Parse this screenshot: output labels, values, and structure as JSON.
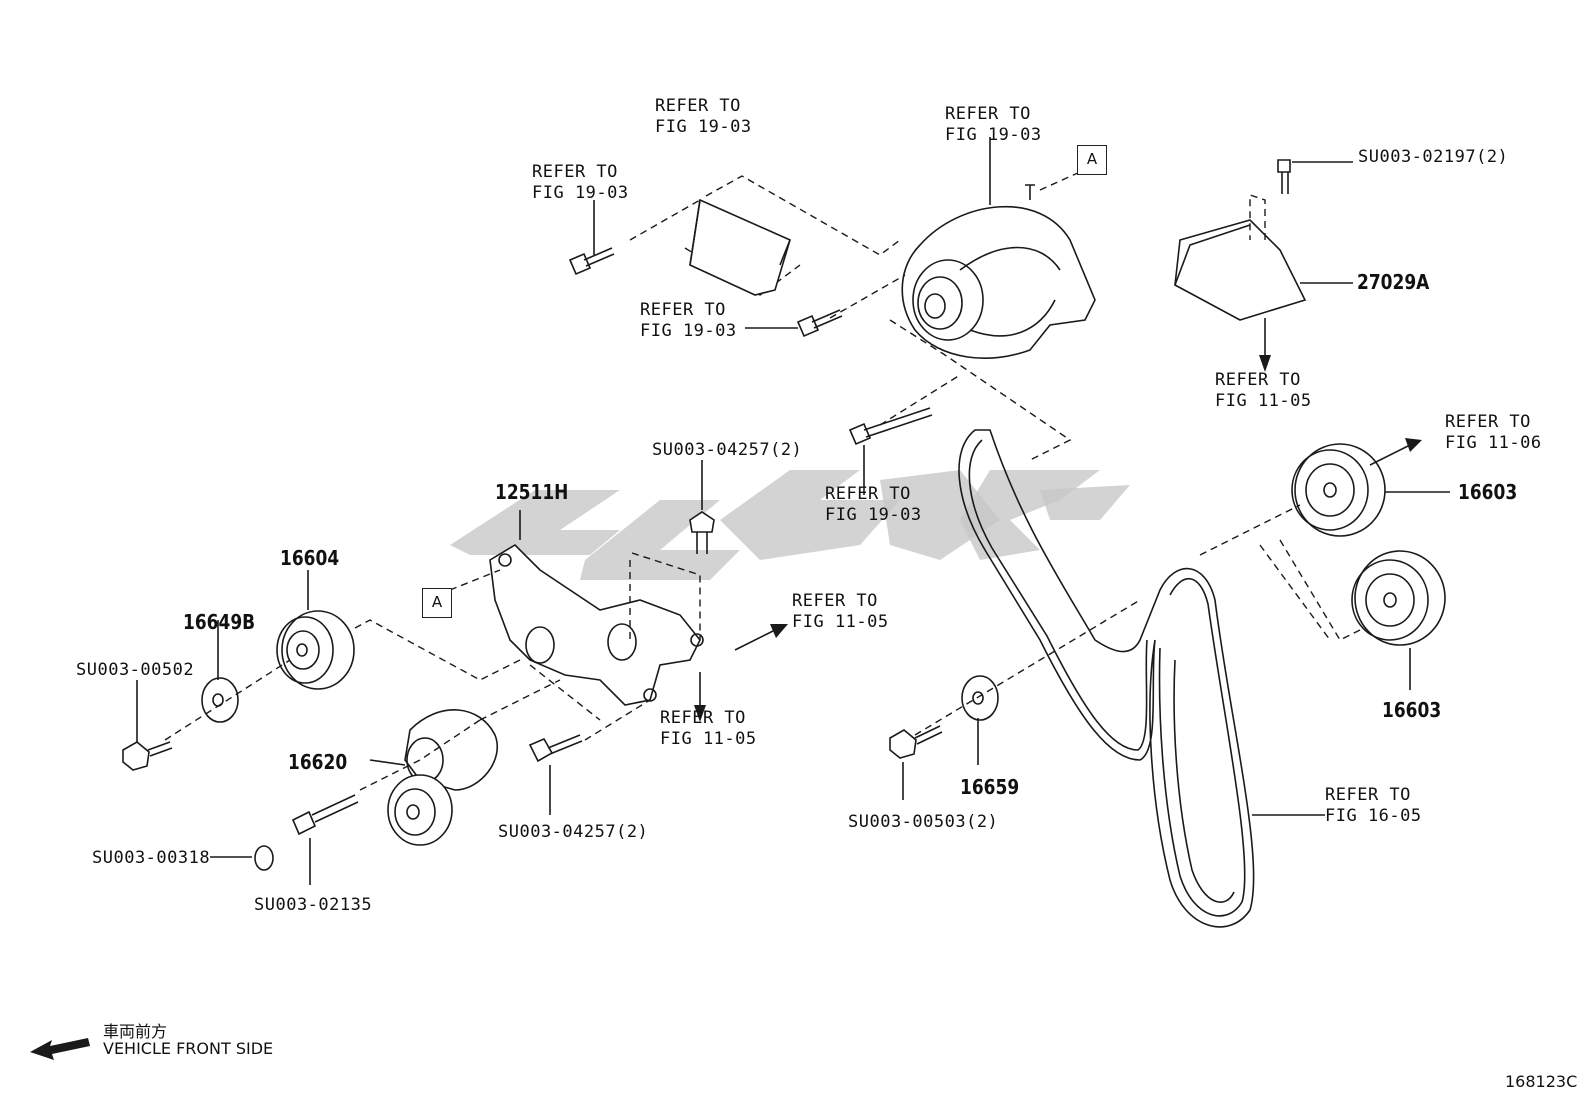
{
  "callouts": {
    "refer_19_03_a": {
      "line1": "REFER TO",
      "line2": "FIG 19-03"
    },
    "refer_19_03_b": {
      "line1": "REFER TO",
      "line2": "FIG 19-03"
    },
    "refer_19_03_c": {
      "line1": "REFER TO",
      "line2": "FIG 19-03"
    },
    "refer_19_03_d": {
      "line1": "REFER TO",
      "line2": "FIG 19-03"
    },
    "refer_19_03_e": {
      "line1": "REFER TO",
      "line2": "FIG 19-03"
    },
    "refer_11_05_a": {
      "line1": "REFER TO",
      "line2": "FIG 11-05"
    },
    "refer_11_05_b": {
      "line1": "REFER TO",
      "line2": "FIG 11-05"
    },
    "refer_11_05_c": {
      "line1": "REFER TO",
      "line2": "FIG 11-05"
    },
    "refer_11_06": {
      "line1": "REFER TO",
      "line2": "FIG 11-06"
    },
    "refer_16_05": {
      "line1": "REFER TO",
      "line2": "FIG 16-05"
    }
  },
  "parts": {
    "su003_02197": "SU003-02197(2)",
    "p27029a": "27029A",
    "su003_04257_top": "SU003-04257(2)",
    "p12511h": "12511H",
    "p16604": "16604",
    "p16649b": "16649B",
    "su003_00502": "SU003-00502",
    "p16620": "16620",
    "su003_00318": "SU003-00318",
    "su003_02135": "SU003-02135",
    "su003_04257_bottom": "SU003-04257(2)",
    "p16659": "16659",
    "su003_00503": "SU003-00503(2)",
    "p16603_top": "16603",
    "p16603_bottom": "16603"
  },
  "ref_marks": {
    "a_top": "A",
    "a_left": "A"
  },
  "front": {
    "jp": "車両前方",
    "en": "VEHICLE FRONT SIDE"
  },
  "figure_code": "168123C",
  "colors": {
    "line": "#1a1a1a",
    "watermark": "#c8c8c8",
    "background": "#ffffff"
  }
}
